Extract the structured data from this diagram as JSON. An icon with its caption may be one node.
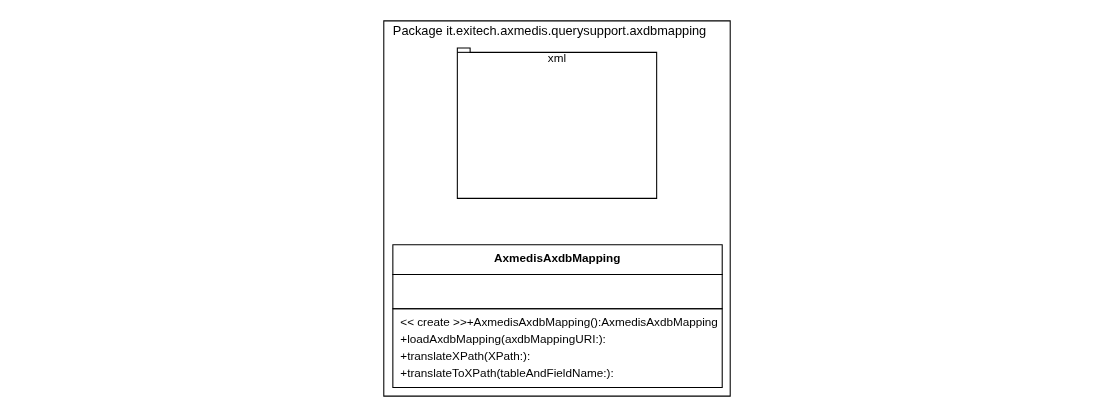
{
  "diagram": {
    "nodes": [
      {
        "text": [
          "Package it.exitech.axmedis.querysupport.axdbmapping"
        ]
      },
      {
        "text": [
          "xml"
        ],
        "in": 0
      },
      {
        "text": [
          "AxmedisAxdbMapping",
          "<< create >>+AxmedisAxdbMapping():AxmedisAxdbMapping",
          "+loadAxdbMapping(axdbMappingURI:):",
          "+translateXPath(XPath:):",
          "+translateToXPath(tableAndFieldName:):"
        ],
        "in": 0
      }
    ],
    "edges": []
  }
}
